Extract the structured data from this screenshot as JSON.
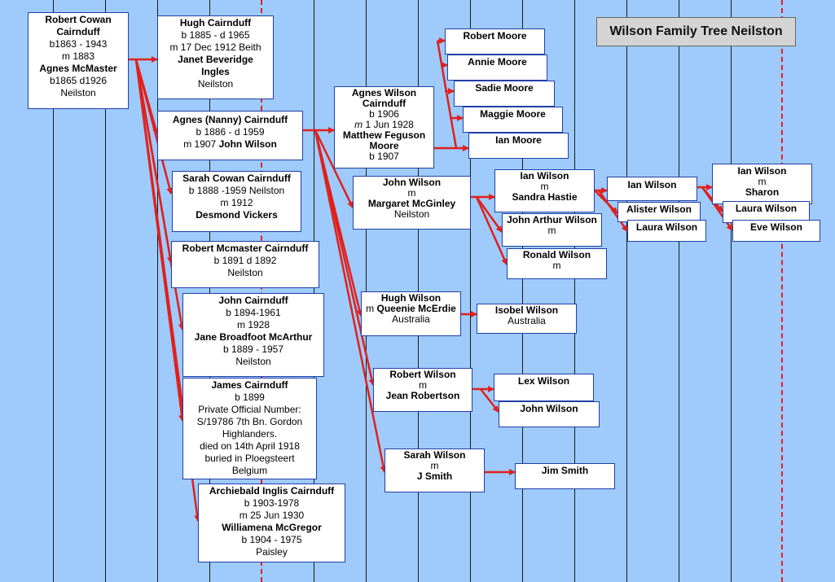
{
  "title": "Wilson Family Tree Neilston",
  "people": {
    "robert_cowan": [
      "Robert Cowan",
      "Cairnduff",
      "b1863 - 1943",
      "m 1883",
      "Agnes McMaster",
      "b1865 d1926",
      "Neilston"
    ],
    "hugh_cairnduff": [
      "Hugh Cairnduff",
      "b 1885 - d 1965",
      "m 17 Dec 1912 Beith",
      "Janet Beveridge",
      "Ingles",
      "Neilston"
    ],
    "agnes_nanny": [
      "Agnes (Nanny) Cairnduff",
      "b 1886 - d 1959",
      "m 1907",
      "John Wilson"
    ],
    "sarah_cowan": [
      "Sarah Cowan Cairnduff",
      "b 1888 -1959 Neilston",
      "m 1912",
      "Desmond Vickers"
    ],
    "robert_mcmaster": [
      "Robert Mcmaster Cairnduff",
      "b 1891 d 1892",
      "Neilston"
    ],
    "john_cairnduff": [
      "John Cairnduff",
      "b 1894-1961",
      "m 1928",
      "Jane Broadfoot McArthur",
      "b 1889 - 1957",
      "Neilston"
    ],
    "james_cairnduff": [
      "James Cairnduff",
      "b 1899",
      "Private Official Number:",
      "S/19786 7th Bn. Gordon",
      "Highlanders.",
      "died on 14th April 1918",
      "buried in Ploegsteert",
      "Belgium"
    ],
    "archiebald": [
      "Archiebald Inglis Cairnduff",
      "b 1903-1978",
      "m 25 Jun 1930",
      "Williamena McGregor",
      "b 1904 - 1975",
      "Paisley"
    ],
    "agnes_wilson": [
      "Agnes Wilson",
      "Cairnduff",
      "b 1906",
      "m",
      "1 Jun 1928",
      "Matthew Feguson",
      "Moore",
      "b 1907"
    ],
    "john_wilson_m": [
      "John Wilson",
      "m",
      "Margaret McGinley",
      "Neilston"
    ],
    "hugh_wilson": [
      "Hugh Wilson",
      "m",
      "Queenie McErdie",
      "Australia"
    ],
    "robert_wilson": [
      "Robert Wilson",
      "m",
      "Jean Robertson"
    ],
    "sarah_wilson": [
      "Sarah Wilson",
      "m",
      "J Smith"
    ],
    "robert_moore": [
      "Robert Moore"
    ],
    "annie_moore": [
      "Annie Moore"
    ],
    "sadie_moore": [
      "Sadie Moore"
    ],
    "maggie_moore": [
      "Maggie Moore"
    ],
    "ian_moore": [
      "Ian Moore"
    ],
    "ian_wilson_sandra": [
      "Ian Wilson",
      "m",
      "Sandra Hastie"
    ],
    "john_arthur": [
      "John Arthur Wilson",
      "m"
    ],
    "ronald_wilson": [
      "Ronald Wilson",
      "m"
    ],
    "isobel_wilson": [
      "Isobel Wilson",
      "Australia"
    ],
    "lex_wilson": [
      "Lex Wilson"
    ],
    "john_wilson_2": [
      "John Wilson"
    ],
    "jim_smith": [
      "Jim Smith"
    ],
    "ian_wilson_3": [
      "Ian Wilson"
    ],
    "alister_wilson": [
      "Alister Wilson"
    ],
    "laura_wilson_3": [
      "Laura Wilson"
    ],
    "ian_wilson_sharon": [
      "Ian Wilson",
      "m",
      "Sharon"
    ],
    "laura_wilson_4": [
      "Laura Wilson"
    ],
    "eve_wilson": [
      "Eve Wilson"
    ]
  },
  "colors": {
    "background": "#9ecbfb",
    "connector": "#e0201c",
    "box_border": "#1f3fa6",
    "gridline": "#1a1a1a"
  }
}
